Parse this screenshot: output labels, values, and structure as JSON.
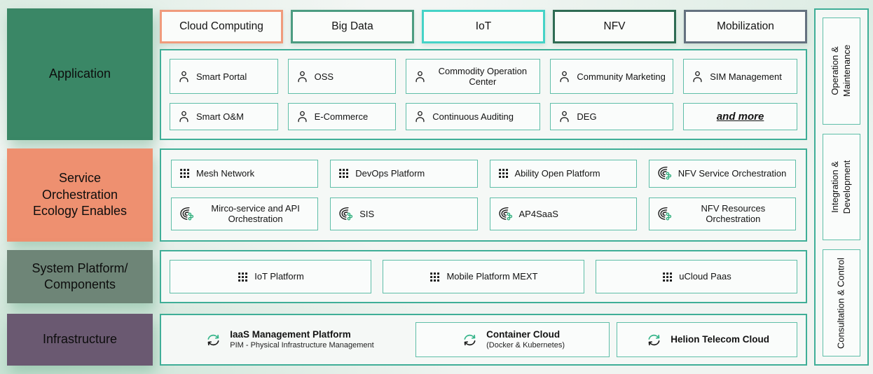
{
  "palette": {
    "section_border": "#3FAE97",
    "item_border": "#5FBEA8",
    "icon_green": "#35B489",
    "icon_black": "#1c1c1c"
  },
  "left_rows": [
    {
      "label": "Application",
      "bg": "#3A8766"
    },
    {
      "label": "Service\nOrchestration\nEcology Enables",
      "bg": "#EE9070"
    },
    {
      "label": "System Platform/\nComponents",
      "bg": "#6E8577"
    },
    {
      "label": "Infrastructure",
      "bg": "#6A5971"
    }
  ],
  "top_tags": [
    {
      "label": "Cloud Computing",
      "border": "#F09B7C"
    },
    {
      "label": "Big Data",
      "border": "#4C9C81"
    },
    {
      "label": "IoT",
      "border": "#45D3C7"
    },
    {
      "label": "NFV",
      "border": "#2E6B53"
    },
    {
      "label": "Mobilization",
      "border": "#64717F"
    }
  ],
  "application_section": {
    "rows": [
      [
        {
          "label": "Smart Portal",
          "icon": "user-icon"
        },
        {
          "label": "OSS",
          "icon": "user-icon"
        },
        {
          "label": "Commodity Operation Center",
          "icon": "user-icon"
        },
        {
          "label": "Community Marketing",
          "icon": "user-icon"
        },
        {
          "label": "SIM Management",
          "icon": "user-icon"
        }
      ],
      [
        {
          "label": "Smart O&M",
          "icon": "user-icon"
        },
        {
          "label": "E-Commerce",
          "icon": "user-icon"
        },
        {
          "label": "Continuous Auditing",
          "icon": "user-icon"
        },
        {
          "label": "DEG",
          "icon": "user-icon"
        },
        {
          "label": "and more",
          "icon": "none",
          "variant": "more"
        }
      ]
    ]
  },
  "services_section": {
    "rows": [
      [
        {
          "label": "Mesh Network",
          "icon": "grid-icon"
        },
        {
          "label": "DevOps Platform",
          "icon": "grid-icon"
        },
        {
          "label": "Ability Open Platform",
          "icon": "grid-icon"
        },
        {
          "label": "NFV Service Orchestration",
          "icon": "stream-icon"
        }
      ],
      [
        {
          "label": "Mirco-service and API Orchestration",
          "icon": "stream-icon"
        },
        {
          "label": "SIS",
          "icon": "stream-icon"
        },
        {
          "label": "AP4SaaS",
          "icon": "stream-icon"
        },
        {
          "label": "NFV Resources Orchestration",
          "icon": "stream-icon"
        }
      ]
    ]
  },
  "platform_section": {
    "items": [
      {
        "label": "IoT Platform",
        "icon": "grid-icon"
      },
      {
        "label": "Mobile Platform MEXT",
        "icon": "grid-icon"
      },
      {
        "label": "uCloud Paas",
        "icon": "grid-icon"
      }
    ]
  },
  "infrastructure_section": {
    "items": [
      {
        "title": "IaaS Management Platform",
        "subtitle": "PIM - Physical Infrastructure Management",
        "icon": "cloud-sync-icon",
        "bordered": false
      },
      {
        "title": "Container Cloud",
        "subtitle": "(Docker & Kubernetes)",
        "icon": "cloud-sync-icon",
        "bordered": true
      },
      {
        "title": "Helion Telecom Cloud",
        "subtitle": "",
        "icon": "cloud-sync-icon",
        "bordered": true
      }
    ]
  },
  "right_tabs": [
    {
      "label": "Operation &\nMaintenance"
    },
    {
      "label": "Integration &\nDevelopment"
    },
    {
      "label": "Consultation & Control"
    }
  ]
}
